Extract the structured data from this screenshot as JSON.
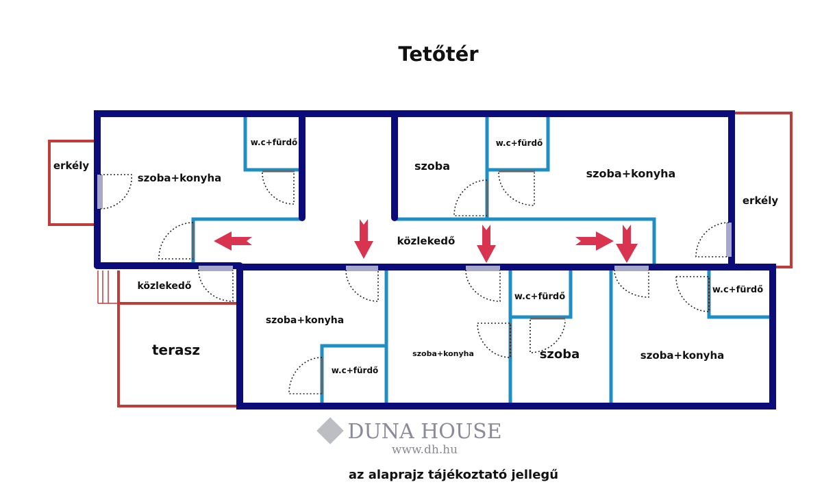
{
  "title": "Tetőtér",
  "footer": "az alaprajz tájékoztató jellegű",
  "watermark": {
    "brand": "DUNA HOUSE",
    "url": "www.dh.hu"
  },
  "colors": {
    "exterior_wall": "#0b0b7a",
    "interior_wall": "#1f8ec4",
    "balcony": "#c23b3b",
    "arrow": "#d9344f"
  },
  "rooms": [
    {
      "label": "erkély"
    },
    {
      "label": "szoba+konyha"
    },
    {
      "label": "w.c+fürdő"
    },
    {
      "label": "szoba"
    },
    {
      "label": "w.c+fürdő"
    },
    {
      "label": "szoba+konyha"
    },
    {
      "label": "erkély"
    },
    {
      "label": "közlekedő"
    },
    {
      "label": "közlekedő"
    },
    {
      "label": "terasz"
    },
    {
      "label": "szoba+konyha"
    },
    {
      "label": "w.c+fürdő"
    },
    {
      "label": "szoba+konyha"
    },
    {
      "label": "w.c+fürdő"
    },
    {
      "label": "szoba"
    },
    {
      "label": "szoba+konyha"
    },
    {
      "label": "w.c+fürdő"
    }
  ]
}
